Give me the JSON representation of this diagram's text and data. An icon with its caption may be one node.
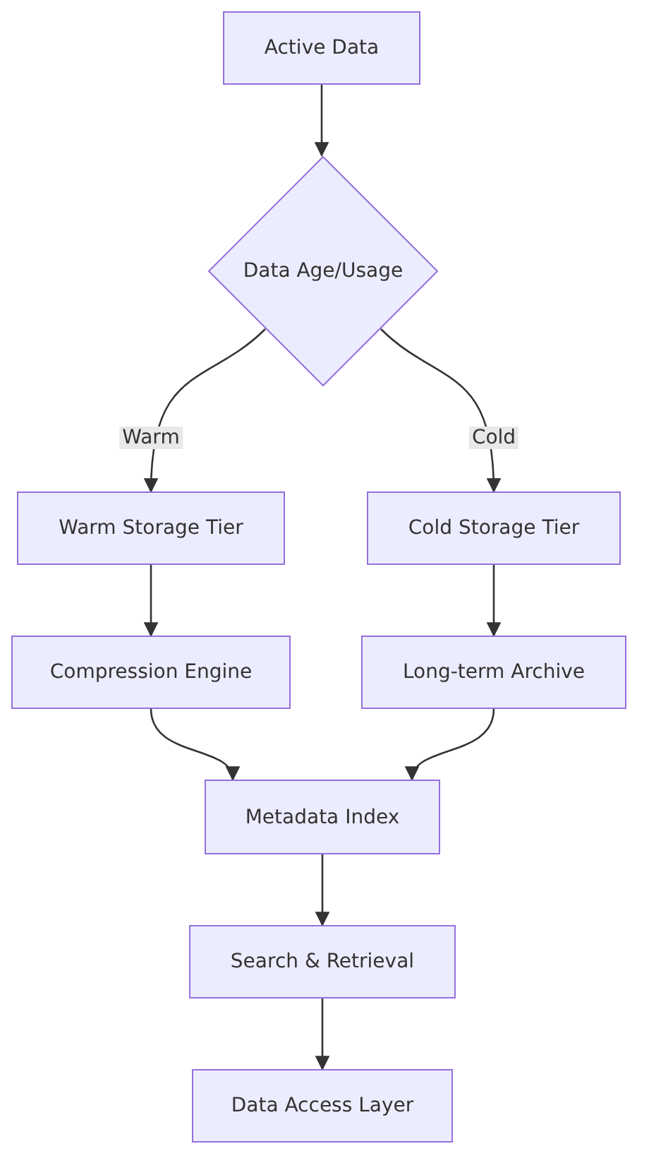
{
  "diagram": {
    "nodes": [
      {
        "text": [
          "Active Data"
        ]
      },
      {
        "text": [
          "Data Age/Usage"
        ]
      },
      {
        "text": [
          "Warm Storage Tier"
        ]
      },
      {
        "text": [
          "Cold Storage Tier"
        ]
      },
      {
        "text": [
          "Compression Engine"
        ]
      },
      {
        "text": [
          "Long-term Archive"
        ]
      },
      {
        "text": [
          "Metadata Index"
        ]
      },
      {
        "text": [
          "Search & Retrieval"
        ]
      },
      {
        "text": [
          "Data Access Layer"
        ]
      }
    ],
    "edges": [
      {
        "from": 0,
        "to": 1,
        "arrow": "to"
      },
      {
        "from": 1,
        "to": 2,
        "arrow": "to",
        "label": "Warm"
      },
      {
        "from": 1,
        "to": 3,
        "arrow": "to",
        "label": "Cold"
      },
      {
        "from": 2,
        "to": 4,
        "arrow": "to"
      },
      {
        "from": 3,
        "to": 5,
        "arrow": "to"
      },
      {
        "from": 4,
        "to": 6,
        "arrow": "to"
      },
      {
        "from": 5,
        "to": 6,
        "arrow": "to"
      },
      {
        "from": 6,
        "to": 7,
        "arrow": "to"
      },
      {
        "from": 7,
        "to": 8,
        "arrow": "to"
      }
    ]
  }
}
